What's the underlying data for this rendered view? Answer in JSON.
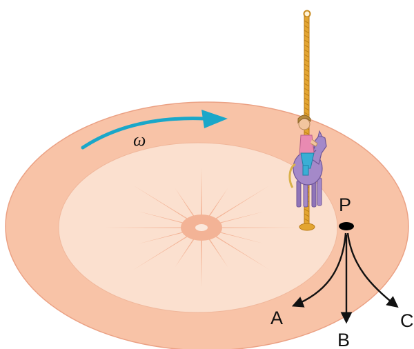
{
  "rotation_label": "ω",
  "point_label": "P",
  "path_labels": {
    "a": "A",
    "b": "B",
    "c": "C"
  },
  "colors": {
    "outer_disk": "#f8c3a7",
    "outer_disk_stroke": "#eba184",
    "inner_disk": "#fbe0cf",
    "star": "#f3b396",
    "rotation_arrow": "#1aa7c9",
    "pole": "#e3a531",
    "horse": "#a489c9",
    "rider_shirt": "#e98ab2",
    "rider_pants": "#3aaed5",
    "point": "#000000",
    "path_arrows": "#111111"
  }
}
